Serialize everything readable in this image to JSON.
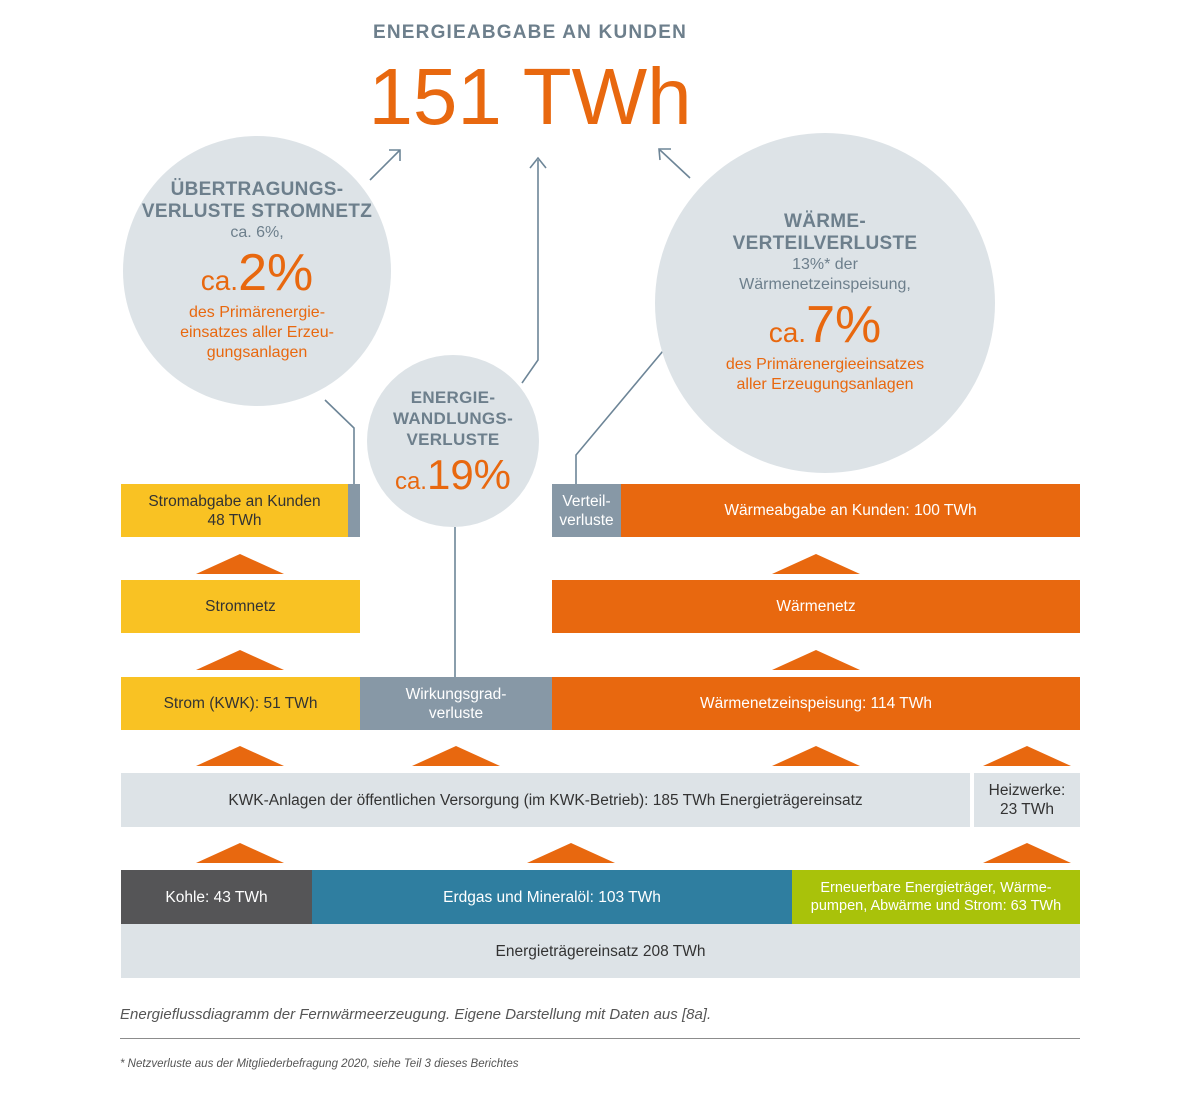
{
  "header": {
    "title": "ENERGIEABGABE AN KUNDEN",
    "total": "151 TWh"
  },
  "circles": {
    "transmission": {
      "title": "ÜBERTRAGUNGS-\nVERLUSTE STROMNETZ",
      "sub": "ca. 6%,",
      "ca": "ca.",
      "pct": "2%",
      "desc": "des Primärenergie-\neinsatzes aller Erzeu-\ngungsanlagen"
    },
    "conversion": {
      "title": "ENERGIE-\nWANDLUNGS-\nVERLUSTE",
      "ca": "ca.",
      "pct": "19%"
    },
    "heat": {
      "title": "WÄRME-\nVERTEILVERLUSTE",
      "sub": "13%* der\nWärmenetzeinspeisung,",
      "ca": "ca.",
      "pct": "7%",
      "desc": "des Primärenergieeinsatzes\naller Erzeugungsanlagen"
    }
  },
  "rows": {
    "output": {
      "electricity": "Stromabgabe an Kunden\n48 TWh",
      "distribution_losses": "Verteil-\nverluste",
      "heat": "Wärmeabgabe an Kunden: 100 TWh"
    },
    "grid": {
      "electricity": "Stromnetz",
      "heat": "Wärmenetz"
    },
    "feed": {
      "electricity": "Strom (KWK): 51 TWh",
      "efficiency_losses": "Wirkungsgrad-\nverluste",
      "heat": "Wärmenetzeinspeisung: 114 TWh"
    },
    "plants": {
      "chp": "KWK-Anlagen der öffentlichen Versorgung (im KWK-Betrieb): 185 TWh Energieträgereinsatz",
      "heating": "Heizwerke:\n23 TWh"
    },
    "sources": {
      "coal": "Kohle: 43 TWh",
      "gas_oil": "Erdgas und Mineralöl: 103 TWh",
      "renewables": "Erneuerbare Energieträger, Wärme-\npumpen, Abwärme und Strom: 63 TWh"
    },
    "total_input": "Energieträgereinsatz 208 TWh"
  },
  "caption": "Energieflussdiagramm der Fernwärmeerzeugung. Eigene Darstellung mit Daten aus [8a].",
  "footnote": "* Netzverluste aus der Mitgliederbefragung 2020, siehe Teil 3 dieses Berichtes",
  "colors": {
    "orange": "#e8680f",
    "yellow": "#f9c223",
    "slate": "#8798a6",
    "light_gray": "#dde3e7",
    "dark_gray": "#555557",
    "blue": "#2f7ea0",
    "green": "#a9c20a"
  }
}
